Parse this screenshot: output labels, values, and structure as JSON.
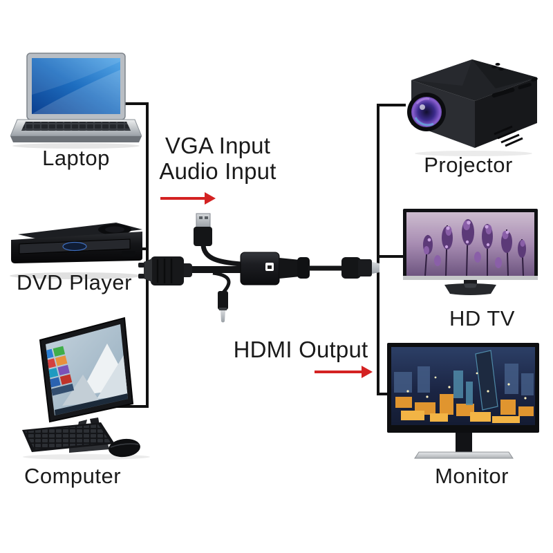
{
  "diagram": {
    "left_devices": [
      {
        "label": "Laptop"
      },
      {
        "label": "DVD Player"
      },
      {
        "label": "Computer"
      }
    ],
    "right_devices": [
      {
        "label": "Projector"
      },
      {
        "label": "HD TV"
      },
      {
        "label": "Monitor"
      }
    ],
    "annotations": {
      "input_line1": "VGA Input",
      "input_line2": "Audio Input",
      "output_label": "HDMI Output"
    },
    "colors": {
      "arrow_red": "#d42222",
      "connector_line": "#111111",
      "label_text": "#1a1a1a",
      "background": "#ffffff"
    }
  }
}
